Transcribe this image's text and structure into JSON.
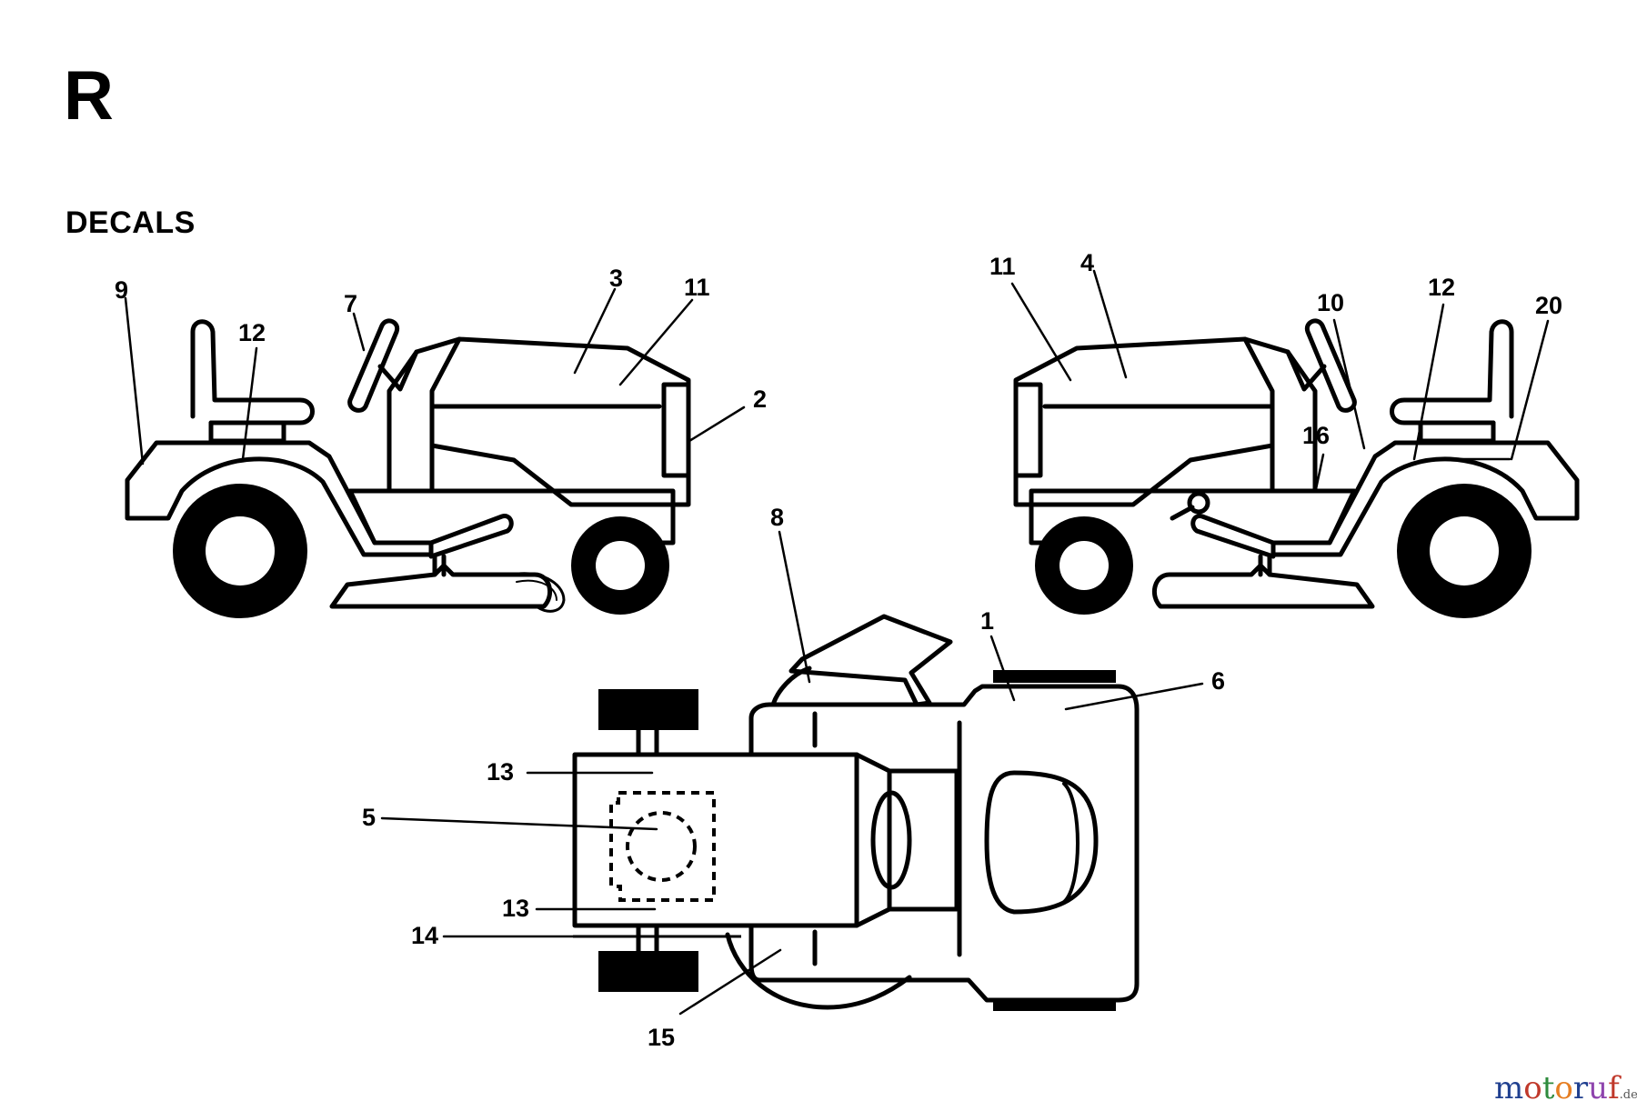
{
  "header": {
    "section_letter": "R",
    "title": "DECALS"
  },
  "callouts": {
    "c9": "9",
    "c12a": "12",
    "c7": "7",
    "c3": "3",
    "c11a": "11",
    "c2": "2",
    "c11b": "11",
    "c4": "4",
    "c10": "10",
    "c12b": "12",
    "c20": "20",
    "c16": "16",
    "c8": "8",
    "c1": "1",
    "c6": "6",
    "c13a": "13",
    "c5": "5",
    "c13b": "13",
    "c14": "14",
    "c15": "15"
  },
  "watermark": {
    "letters": [
      "m",
      "o",
      "t",
      "o",
      "r",
      "u",
      "f"
    ],
    "suffix": ".de",
    "colors": [
      "#1f3f8f",
      "#c0392b",
      "#2e8b3d",
      "#e67e22",
      "#1f3f8f",
      "#8e44ad",
      "#c0392b"
    ]
  }
}
